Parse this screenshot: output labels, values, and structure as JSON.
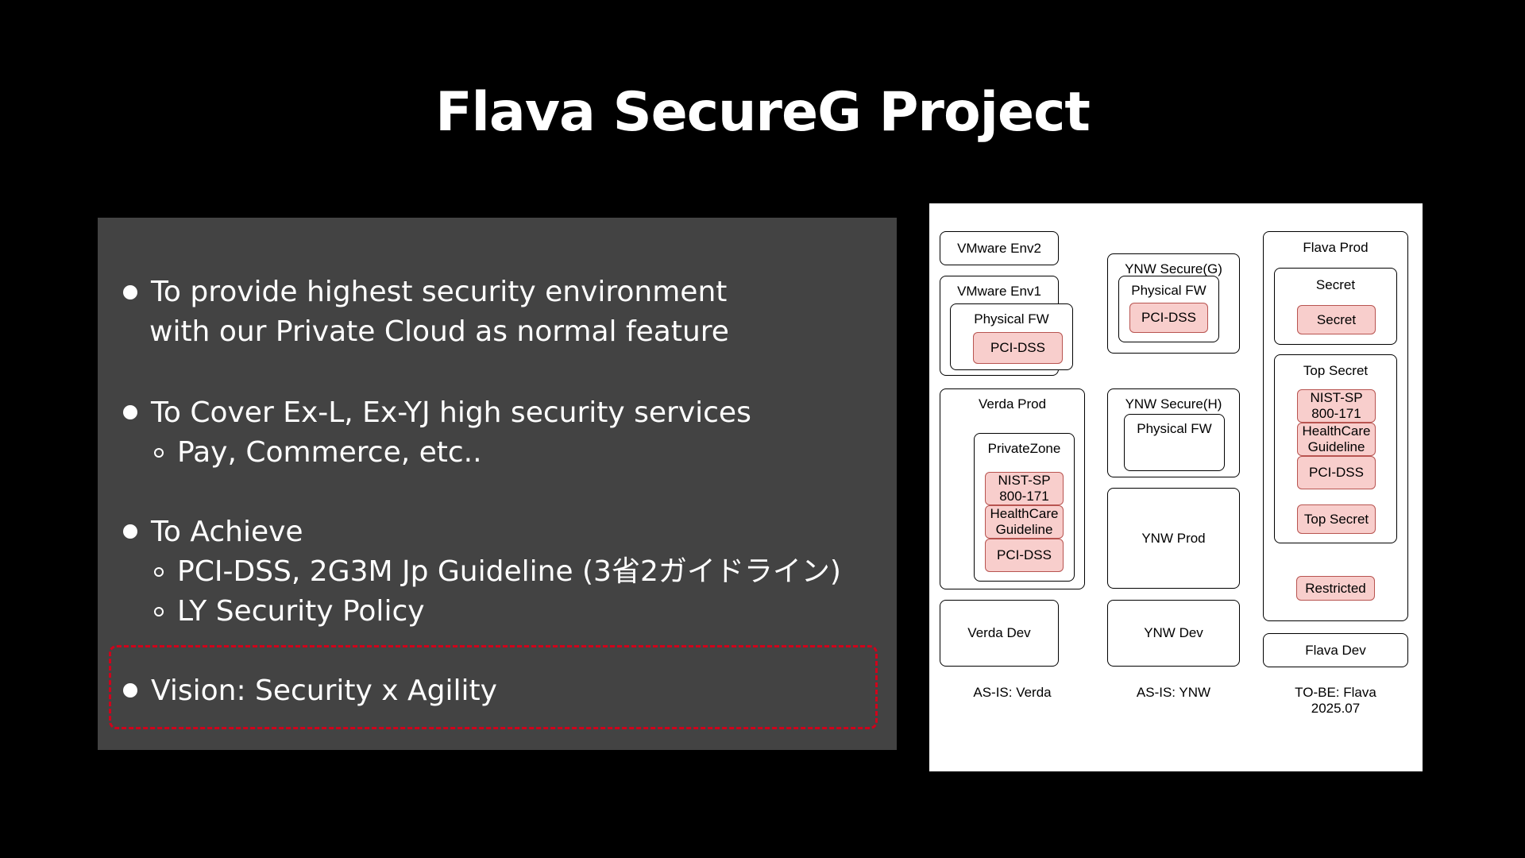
{
  "slide": {
    "title": "Flava SecureG Project"
  },
  "bullets": {
    "item1_line1": "To provide highest security environment",
    "item1_line2": "with our Private Cloud as normal feature",
    "item2": "To Cover Ex-L, Ex-YJ high security services",
    "item2_sub1": "Pay, Commerce, etc..",
    "item3": "To Achieve",
    "item3_sub1": "PCI-DSS, 2G3M Jp Guideline (3省2ガイドライン)",
    "item3_sub2": "LY Security Policy",
    "item4": "Vision: Security x Agility"
  },
  "diagram": {
    "verda": {
      "vmware_env2": "VMware Env2",
      "vmware_env1": "VMware Env1",
      "physical_fw": "Physical FW",
      "pci_dss": "PCI-DSS",
      "verda_prod": "Verda Prod",
      "private_zone": "PrivateZone",
      "nist": "NIST-SP\n800-171",
      "healthcare": "HealthCare\nGuideline",
      "pci_dss_2": "PCI-DSS",
      "verda_dev": "Verda Dev",
      "caption": "AS-IS: Verda"
    },
    "ynw": {
      "secure_g": "YNW Secure(G)",
      "physical_fw_g": "Physical FW",
      "pci_dss": "PCI-DSS",
      "secure_h": "YNW Secure(H)",
      "physical_fw_h": "Physical FW",
      "ynw_prod": "YNW Prod",
      "ynw_dev": "YNW Dev",
      "caption": "AS-IS: YNW"
    },
    "flava": {
      "flava_prod": "Flava Prod",
      "secret_group": "Secret",
      "secret": "Secret",
      "top_secret_group": "Top Secret",
      "nist": "NIST-SP\n800-171",
      "healthcare": "HealthCare\nGuideline",
      "pci_dss": "PCI-DSS",
      "top_secret": "Top Secret",
      "restricted": "Restricted",
      "flava_dev": "Flava Dev",
      "caption_line1": "TO-BE: Flava",
      "caption_line2": "2025.07"
    }
  },
  "colors": {
    "background": "#000000",
    "panel": "#434343",
    "dashed_border": "#d0021b",
    "pink_fill": "#f8cecc",
    "pink_border": "#b85450"
  }
}
